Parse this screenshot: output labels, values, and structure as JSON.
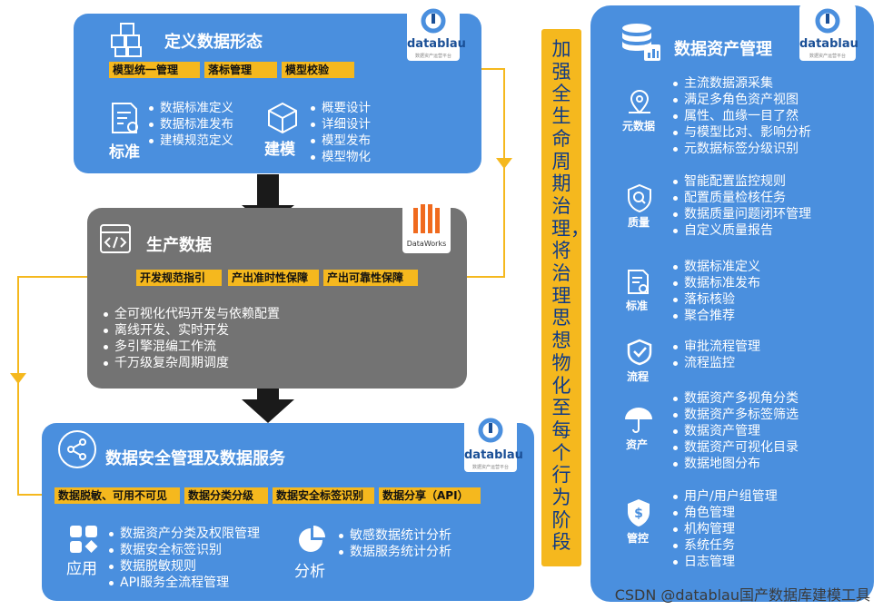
{
  "logo_text": "datablau",
  "logo_sub": "数据资产运营平台",
  "dataworks_text": "DataWorks",
  "panel1": {
    "title": "定义数据形态",
    "tags": [
      "模型统一管理",
      "落标管理",
      "模型校验"
    ],
    "std_label": "标准",
    "std_items": [
      "数据标准定义",
      "数据标准发布",
      "建模规范定义"
    ],
    "model_label": "建模",
    "model_items": [
      "概要设计",
      "详细设计",
      "模型发布",
      "模型物化"
    ]
  },
  "panel2": {
    "title": "生产数据",
    "tags": [
      "开发规范指引",
      "产出准时性保障",
      "产出可靠性保障"
    ],
    "items": [
      "全可视化代码开发与依赖配置",
      "离线开发、实时开发",
      "多引擎混编工作流",
      "千万级复杂周期调度"
    ]
  },
  "panel3": {
    "title": "数据安全管理及数据服务",
    "tags": [
      "数据脱敏、可用不可见",
      "数据分类分级",
      "数据安全标签识别",
      "数据分享（API）"
    ],
    "app_label": "应用",
    "app_items": [
      "数据资产分类及权限管理",
      "数据安全标签识别",
      "数据脱敏规则",
      "API服务全流程管理"
    ],
    "ana_label": "分析",
    "ana_items": [
      "敏感数据统计分析",
      "数据服务统计分析"
    ]
  },
  "banner": "加强全生命周期治理，将治理思想物化至每个行为阶段",
  "right": {
    "title": "数据资产管理",
    "sections": [
      {
        "label": "元数据",
        "icon": "metadata-icon",
        "items": [
          "主流数据源采集",
          "满足多角色资产视图",
          "属性、血缘一目了然",
          "与模型比对、影响分析",
          "元数据标签分级识别"
        ]
      },
      {
        "label": "质量",
        "icon": "quality-icon",
        "items": [
          "智能配置监控规则",
          "配置质量检核任务",
          "数据质量问题闭环管理",
          "自定义质量报告"
        ]
      },
      {
        "label": "标准",
        "icon": "standard-icon",
        "items": [
          "数据标准定义",
          "数据标准发布",
          "落标核验",
          "聚合推荐"
        ]
      },
      {
        "label": "流程",
        "icon": "process-icon",
        "items": [
          "审批流程管理",
          "流程监控"
        ]
      },
      {
        "label": "资产",
        "icon": "asset-icon",
        "items": [
          "数据资产多视角分类",
          "数据资产多标签筛选",
          "数据资产管理",
          "数据资产可视化目录",
          "数据地图分布"
        ]
      },
      {
        "label": "管控",
        "icon": "control-icon",
        "items": [
          "用户/用户组管理",
          "角色管理",
          "机构管理",
          "系统任务",
          "日志管理"
        ]
      }
    ]
  },
  "watermark": "CSDN @datablau国产数据库建模工具"
}
